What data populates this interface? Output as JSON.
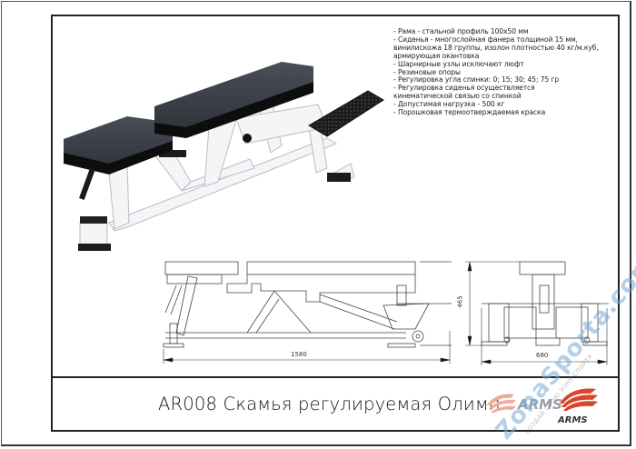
{
  "product": {
    "title": "AR008 Скамья регулируемая Олимп",
    "specifications": [
      "- Рама - стальной профиль 100х50 мм",
      "- Сиденья - многослойная фанера толщиной 15 мм,",
      "винилискожа 18 группы, изолон плотностью 40 кг/м.куб,",
      "армирующая окантовка",
      "- Шарнирные узлы исключают люфт",
      "- Резиновые опоры",
      "- Регулировка угла спинки: 0; 15; 30; 45; 75 гр",
      "- Регулировка сиденья осуществляется",
      " кинематической связью со спинкой",
      "- Допустимая нагрузка - 500 кг",
      "- Порошковая термоотверждаемая краска"
    ]
  },
  "drawings": {
    "side_view": {
      "length_label": "1580"
    },
    "front_view": {
      "width_label": "680",
      "height_label": "465"
    }
  },
  "branding": {
    "logo_text": "ARMS",
    "logo_subtext": "ARMS",
    "logo_color": "#d9442b",
    "watermark_main": "ZonaSporta.com",
    "watermark_sub": "СОЗДАЙ СВОЮ ЗОНУ СПОРТА"
  },
  "icons": {
    "bench_render": "bench-3d-render",
    "logo": "arms-wing-logo"
  }
}
